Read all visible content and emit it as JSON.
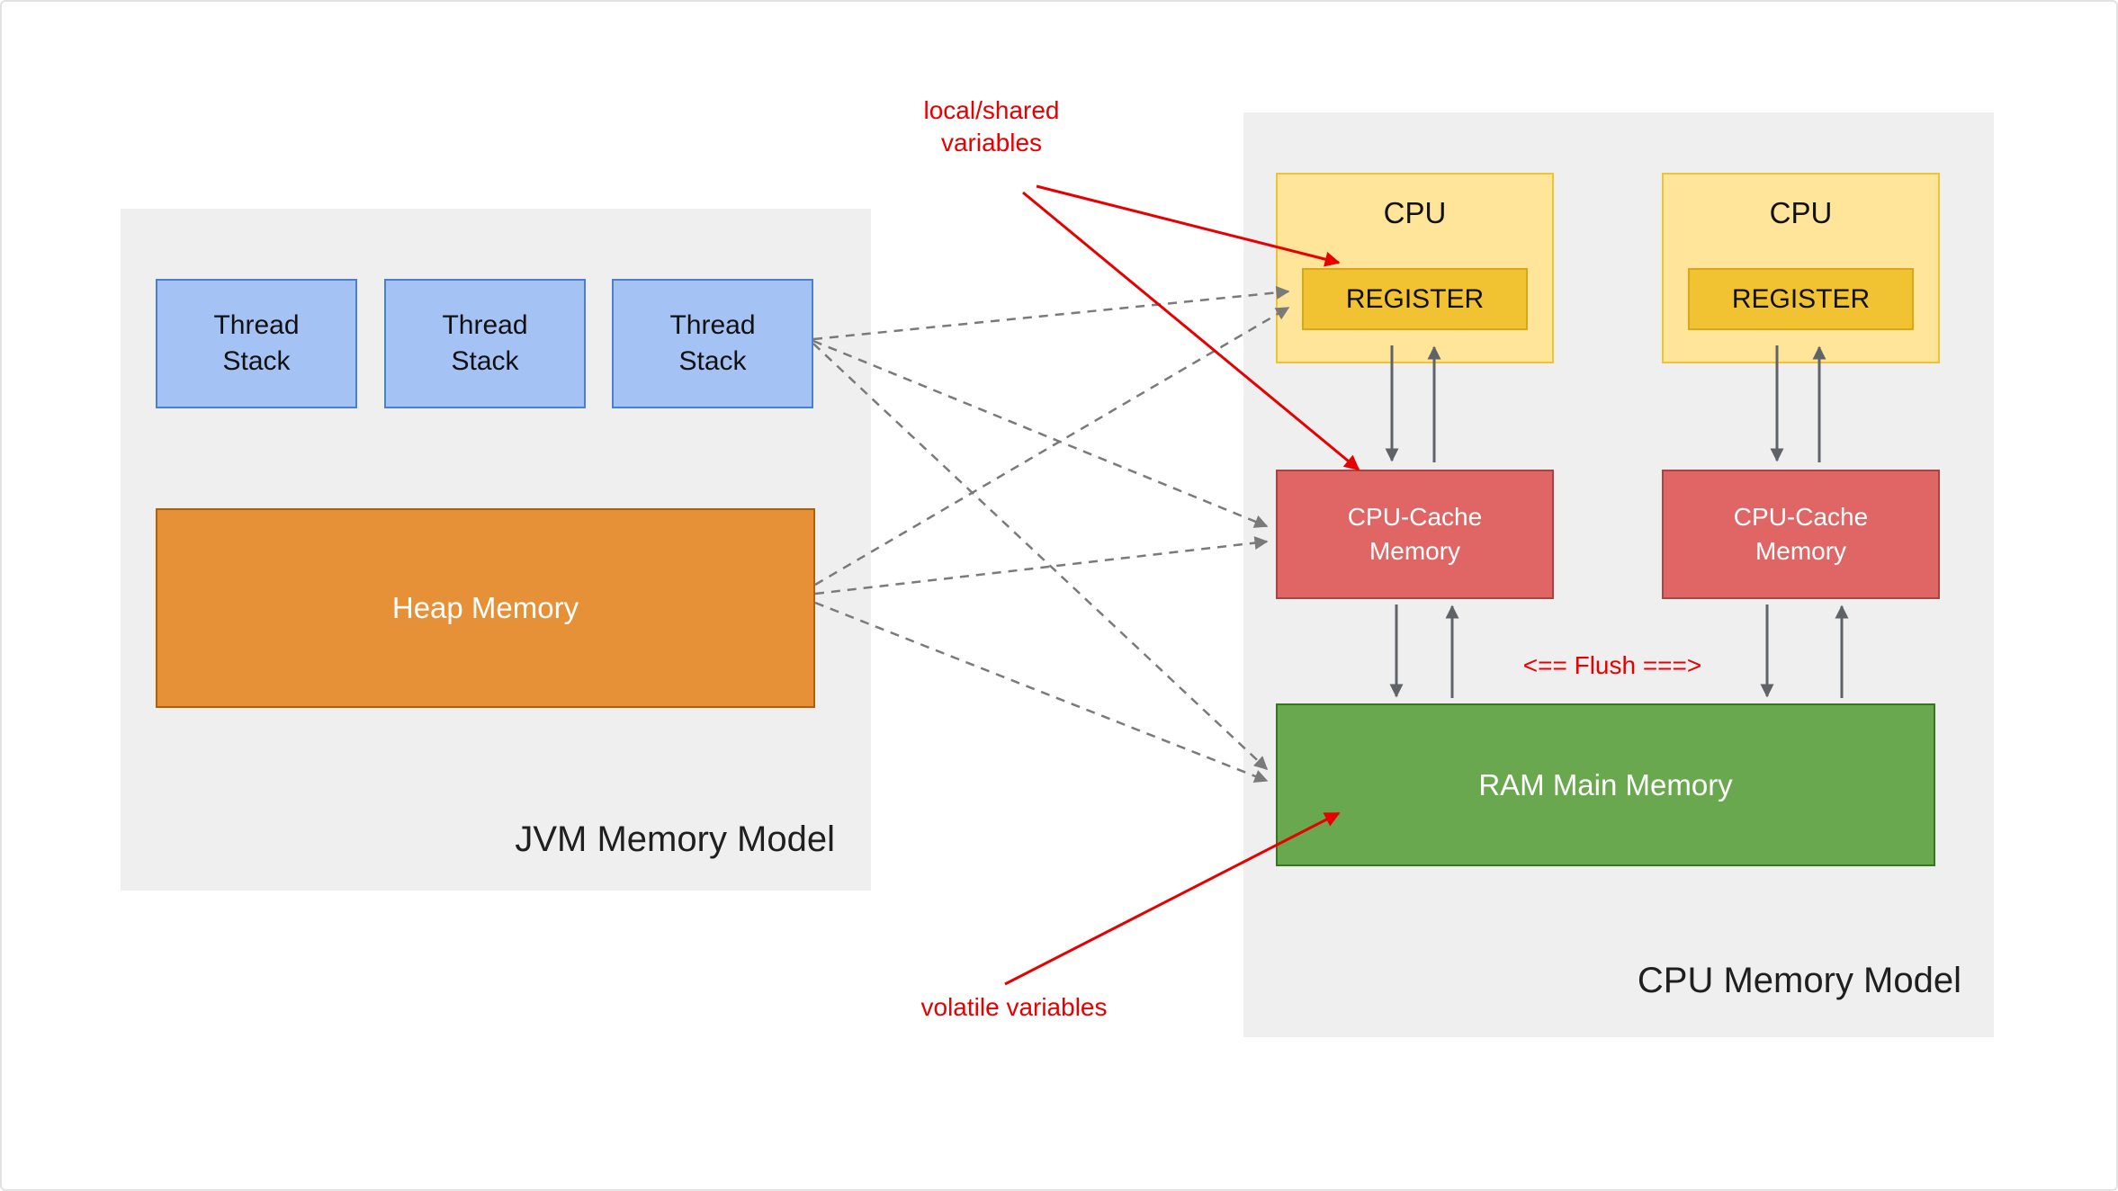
{
  "jvm": {
    "title": "JVM Memory Model",
    "thread_stacks": [
      {
        "label": "Thread Stack"
      },
      {
        "label": "Thread Stack"
      },
      {
        "label": "Thread Stack"
      }
    ],
    "heap_label": "Heap Memory"
  },
  "cpu": {
    "title": "CPU Memory Model",
    "units": [
      {
        "cpu_label": "CPU",
        "register_label": "REGISTER",
        "cache_label": "CPU-Cache Memory"
      },
      {
        "cpu_label": "CPU",
        "register_label": "REGISTER",
        "cache_label": "CPU-Cache Memory"
      }
    ],
    "ram_label": "RAM Main Memory",
    "flush_label": "<== Flush ===>"
  },
  "annotations": {
    "local_shared_label": "local/shared variables",
    "volatile_label": "volatile variables"
  },
  "colors": {
    "thread_stack_fill": "#a4c2f4",
    "thread_stack_border": "#4a7fd6",
    "heap_fill": "#e69138",
    "heap_border": "#b45f06",
    "cpu_fill": "#ffe599",
    "cpu_border": "#f1c232",
    "register_fill": "#f1c232",
    "cache_fill": "#e06666",
    "ram_fill": "#6aa84f",
    "ram_border": "#38761d",
    "panel_fill": "#efefef",
    "annotation_red": "#e60000",
    "arrow_gray": "#5f6368",
    "dashed_arrow_gray": "#7a7a7a"
  }
}
